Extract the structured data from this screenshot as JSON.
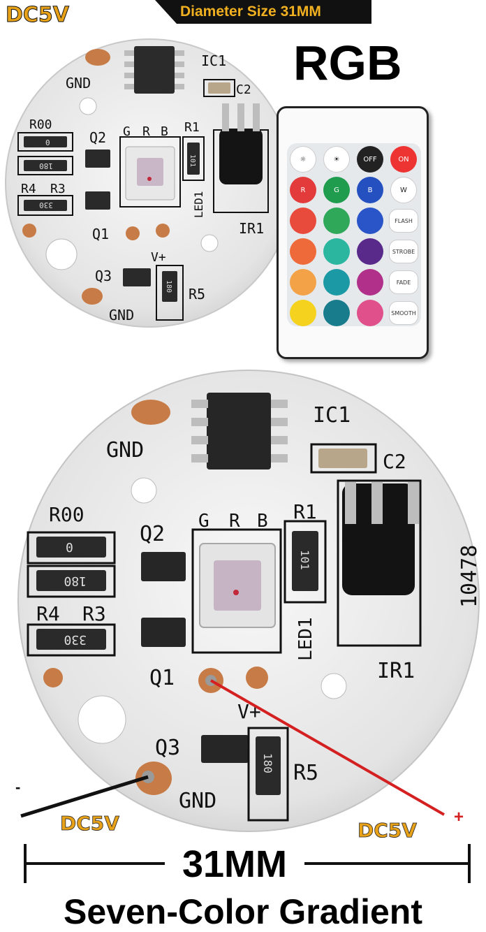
{
  "header": {
    "voltage_badge": "DC5V",
    "size_banner": "Diameter Size 31MM",
    "title": "RGB"
  },
  "remote": {
    "top_row": [
      "☼",
      "☀",
      "OFF",
      "ON"
    ],
    "color_row": [
      "R",
      "G",
      "B",
      "W"
    ],
    "side_labels": [
      "FLASH",
      "STROBE",
      "FADE",
      "SMOOTH"
    ],
    "colors": {
      "row1": [
        "#e84a3c",
        "#2fa85a",
        "#2a55c8"
      ],
      "row2": [
        "#ef6a3a",
        "#2bb6a0",
        "#2e7bd2"
      ],
      "row3": [
        "#f08a3a",
        "#36c3c6",
        "#5a2a8a"
      ],
      "row4": [
        "#f3a247",
        "#1b9aa5",
        "#b0308a"
      ],
      "row5": [
        "#f4d21e",
        "#197c8d",
        "#e0508a"
      ],
      "red": "#e33b3b",
      "green": "#1f9c4e",
      "blue": "#2450c0"
    }
  },
  "pcb": {
    "labels": {
      "gnd_top": "GND",
      "gnd_bottom": "GND",
      "ic": "IC1",
      "c2": "C2",
      "r1": "R1",
      "r00": "R00",
      "q1": "Q1",
      "q2": "Q2",
      "q3": "Q3",
      "r3": "R3",
      "r4": "R4",
      "r5": "R5",
      "led": "LED1",
      "ir": "IR1",
      "vplus": "V+",
      "g": "G",
      "r": "R",
      "b": "B",
      "part_number": "10478"
    },
    "resistor_codes": {
      "r00": "0",
      "r4_180": "180",
      "r3_330": "330",
      "r1_101": "101",
      "r5_180": "180"
    }
  },
  "wiring": {
    "minus_sign": "-",
    "plus_sign": "+",
    "left_label": "DC5V",
    "right_label": "DC5V"
  },
  "dimension": {
    "label": "31MM"
  },
  "footer": {
    "title": "Seven-Color Gradient"
  }
}
